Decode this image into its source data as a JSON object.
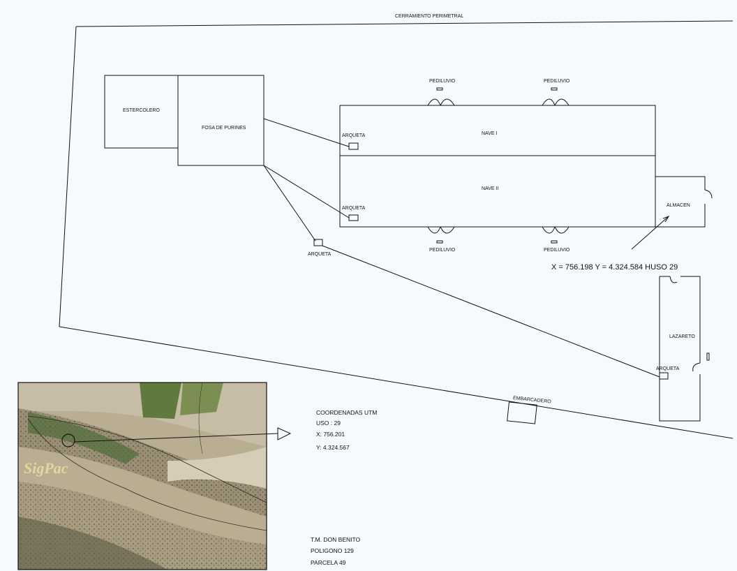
{
  "plan": {
    "perimeter_label": "CERRAMIENTO PERIMETRAL",
    "estercolero": "ESTERCOLERO",
    "fosa": "FOSA DE PURINES",
    "nave1": "NAVE I",
    "nave2": "NAVE II",
    "almacen": "ALMACEN",
    "lazareto": "LAZARETO",
    "embarcadero": "EMBARCADERO",
    "arqueta": "ARQUETA",
    "pediluvio": "PEDILUVIO",
    "coordinates": "X = 756.198 Y = 4.324.584    HUSO 29"
  },
  "inset": {
    "watermark": "SigPac"
  },
  "utm_info": {
    "title": "COORDENADAS UTM",
    "uso": "USO : 29",
    "x": "X: 756.201",
    "y": "Y: 4.324.567"
  },
  "location_info": {
    "tm": "T.M. DON BENITO",
    "poligono": "POLIGONO 129",
    "parcela": "PARCELA 49"
  },
  "colors": {
    "paper": "#f7fafc",
    "ink": "#111111"
  }
}
